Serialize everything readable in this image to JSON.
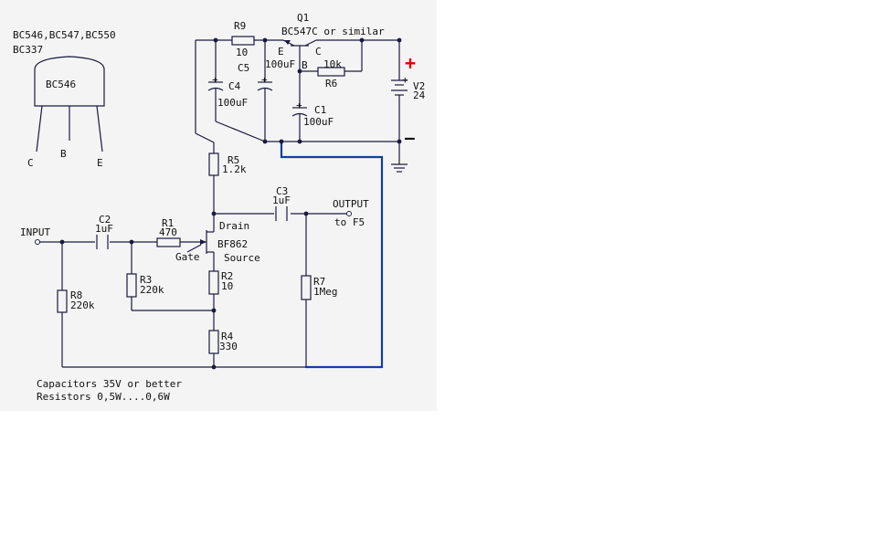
{
  "pinout": {
    "title_line1": "BC546,BC547,BC550",
    "title_line2": "BC337",
    "body_label": "BC546",
    "pins": [
      "C",
      "B",
      "E"
    ]
  },
  "components": {
    "q1_ref": "Q1",
    "q1_value": "BC547C or similar",
    "q1_c": "C",
    "q1_e": "E",
    "q1_b": "B",
    "r9_ref": "R9",
    "r9_value": "10",
    "c5_ref": "C5",
    "c5_value": "100uF",
    "c4_ref": "C4",
    "c4_value": "100uF",
    "r6_ref": "R6",
    "r6_value": "10k",
    "c1_ref": "C1",
    "c1_value": "100uF",
    "v2_ref": "V2",
    "v2_value": "24",
    "plus": "+",
    "minus": "—",
    "r5_ref": "R5",
    "r5_value": "1.2k",
    "c3_ref": "C3",
    "c3_value": "1uF",
    "output_label": "OUTPUT",
    "output_sub": "to F5",
    "input_label": "INPUT",
    "c2_ref": "C2",
    "c2_value": "1uF",
    "r1_ref": "R1",
    "r1_value": "470",
    "drain": "Drain",
    "gate": "Gate",
    "source": "Source",
    "jfet": "BF862",
    "r2_ref": "R2",
    "r2_value": "10",
    "r3_ref": "R3",
    "r3_value": "220k",
    "r8_ref": "R8",
    "r8_value": "220k",
    "r7_ref": "R7",
    "r7_value": "1Meg",
    "r4_ref": "R4",
    "r4_value": "330",
    "cap_plus": "+"
  },
  "notes": {
    "line1": "Capacitors 35V or better",
    "line2": "Resistors 0,5W....0,6W"
  },
  "colors": {
    "wire": "#1a1a40",
    "blue_wire": "#1040a0",
    "supply_plus": "#dd0000"
  }
}
